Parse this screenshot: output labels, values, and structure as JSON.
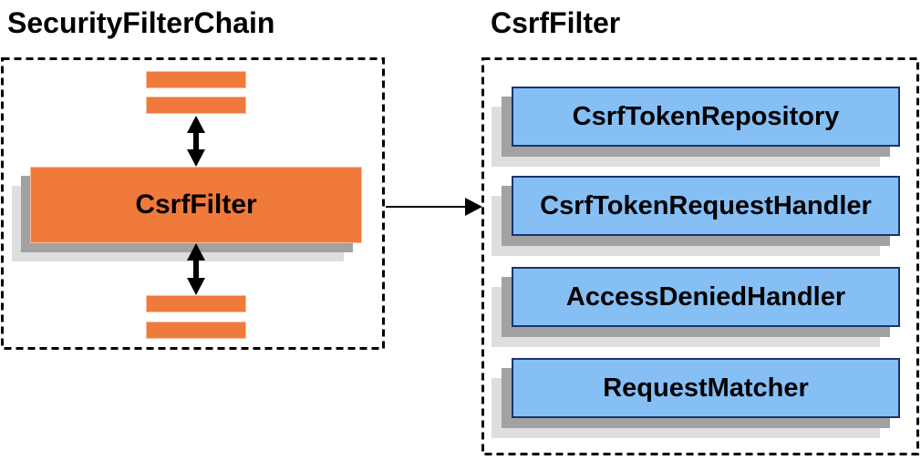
{
  "diagram": {
    "left_panel": {
      "title": "SecurityFilterChain",
      "csrf_filter_label": "CsrfFilter"
    },
    "right_panel": {
      "title": "CsrfFilter",
      "components": [
        {
          "label": "CsrfTokenRepository"
        },
        {
          "label": "CsrfTokenRequestHandler"
        },
        {
          "label": "AccessDeniedHandler"
        },
        {
          "label": "RequestMatcher"
        }
      ]
    },
    "colors": {
      "orange-fill": "#F0793C",
      "orange-border": "#F8BE9C",
      "blue-fill": "#85BFF4",
      "blue-border": "#1A3567",
      "shadow-dark": "#A2A2A2",
      "shadow-light": "#DEDEDE",
      "line-color": "#000000"
    }
  }
}
